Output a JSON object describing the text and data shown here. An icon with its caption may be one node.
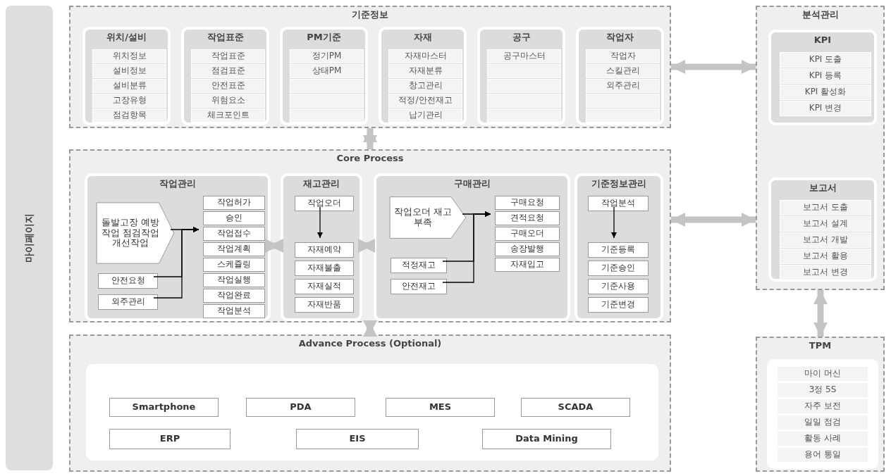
{
  "diagram": {
    "nodes": [
      {
        "text": [
          "마이페이지"
        ]
      },
      {
        "text": [
          "기준정보"
        ]
      },
      {
        "text": [
          "위치/설비"
        ],
        "in": 1
      },
      {
        "text": [
          "위치정보"
        ],
        "in": 2
      },
      {
        "text": [
          "설비정보"
        ],
        "in": 2
      },
      {
        "text": [
          "설비분류"
        ],
        "in": 2
      },
      {
        "text": [
          "고장유형"
        ],
        "in": 2
      },
      {
        "text": [
          "점검항목"
        ],
        "in": 2
      },
      {
        "text": [
          "작업표준"
        ],
        "in": 1
      },
      {
        "text": [
          "작업표준"
        ],
        "in": 8
      },
      {
        "text": [
          "점검표준"
        ],
        "in": 8
      },
      {
        "text": [
          "안전표준"
        ],
        "in": 8
      },
      {
        "text": [
          "위험요소"
        ],
        "in": 8
      },
      {
        "text": [
          "체크포인트"
        ],
        "in": 8
      },
      {
        "text": [
          "PM기준"
        ],
        "in": 1
      },
      {
        "text": [
          "정기PM"
        ],
        "in": 14
      },
      {
        "text": [
          "상태PM"
        ],
        "in": 14
      },
      {
        "text": [],
        "shape": "box",
        "in": 14
      },
      {
        "text": [],
        "shape": "box",
        "in": 14
      },
      {
        "text": [],
        "shape": "box",
        "in": 14
      },
      {
        "text": [
          "자재"
        ],
        "in": 1
      },
      {
        "text": [
          "자재마스터"
        ],
        "in": 20
      },
      {
        "text": [
          "자재분류"
        ],
        "in": 20
      },
      {
        "text": [
          "창고관리"
        ],
        "in": 20
      },
      {
        "text": [
          "적정/안전재고"
        ],
        "in": 20
      },
      {
        "text": [
          "납기관리"
        ],
        "in": 20
      },
      {
        "text": [
          "공구"
        ],
        "in": 1
      },
      {
        "text": [
          "공구마스터"
        ],
        "in": 26
      },
      {
        "text": [],
        "shape": "box",
        "in": 26
      },
      {
        "text": [],
        "shape": "box",
        "in": 26
      },
      {
        "text": [],
        "shape": "box",
        "in": 26
      },
      {
        "text": [],
        "shape": "box",
        "in": 26
      },
      {
        "text": [
          "작업자"
        ],
        "in": 1
      },
      {
        "text": [
          "작업자"
        ],
        "in": 32
      },
      {
        "text": [
          "스킬관리"
        ],
        "in": 32
      },
      {
        "text": [
          "외주관리"
        ],
        "in": 32
      },
      {
        "text": [],
        "shape": "box",
        "in": 32
      },
      {
        "text": [],
        "shape": "box",
        "in": 32
      },
      {
        "text": [
          "Core Process"
        ]
      },
      {
        "text": [
          "작업관리"
        ],
        "in": 38
      },
      {
        "text": [
          "돌발고장 예방작업 점검작업 개선작업"
        ],
        "in": 39
      },
      {
        "text": [
          "안전요청"
        ],
        "in": 39
      },
      {
        "text": [
          "외주관리"
        ],
        "in": 39
      },
      {
        "text": [
          "작업허가"
        ],
        "in": 39
      },
      {
        "text": [
          "승인"
        ],
        "in": 39
      },
      {
        "text": [
          "작업접수"
        ],
        "in": 39
      },
      {
        "text": [
          "작업계획"
        ],
        "in": 39
      },
      {
        "text": [
          "스케쥴링"
        ],
        "in": 39
      },
      {
        "text": [
          "작업실행"
        ],
        "in": 39
      },
      {
        "text": [
          "작업완료"
        ],
        "in": 39
      },
      {
        "text": [
          "작업분석"
        ],
        "in": 39
      },
      {
        "text": [
          "재고관리"
        ],
        "in": 38
      },
      {
        "text": [
          "작업오더"
        ],
        "in": 51
      },
      {
        "text": [
          "자재예약"
        ],
        "in": 51
      },
      {
        "text": [
          "자재불출"
        ],
        "in": 51
      },
      {
        "text": [
          "자재실적"
        ],
        "in": 51
      },
      {
        "text": [
          "자재반품"
        ],
        "in": 51
      },
      {
        "text": [
          "구매관리"
        ],
        "in": 38
      },
      {
        "text": [
          "작업오더 재고부족"
        ],
        "in": 57
      },
      {
        "text": [
          "적정재고"
        ],
        "in": 57
      },
      {
        "text": [
          "안전재고"
        ],
        "in": 57
      },
      {
        "text": [
          "구매요청"
        ],
        "in": 57
      },
      {
        "text": [
          "견적요청"
        ],
        "in": 57
      },
      {
        "text": [
          "구매오더"
        ],
        "in": 57
      },
      {
        "text": [
          "송장발행"
        ],
        "in": 57
      },
      {
        "text": [
          "자재입고"
        ],
        "in": 57
      },
      {
        "text": [
          "기준정보관리"
        ],
        "in": 38
      },
      {
        "text": [
          "작업분석"
        ],
        "in": 66
      },
      {
        "text": [
          "기준등록"
        ],
        "in": 66
      },
      {
        "text": [
          "기준승인"
        ],
        "in": 66
      },
      {
        "text": [
          "기준사용"
        ],
        "in": 66
      },
      {
        "text": [
          "기준변경"
        ],
        "in": 66
      },
      {
        "text": [
          "Advance Process (Optional)"
        ]
      },
      {
        "text": [
          "Smartphone"
        ],
        "in": 72
      },
      {
        "text": [
          "PDA"
        ],
        "in": 72
      },
      {
        "text": [
          "MES"
        ],
        "in": 72
      },
      {
        "text": [
          "SCADA"
        ],
        "in": 72
      },
      {
        "text": [
          "ERP"
        ],
        "in": 72
      },
      {
        "text": [
          "EIS"
        ],
        "in": 72
      },
      {
        "text": [
          "Data Mining"
        ],
        "in": 72
      },
      {
        "text": [
          "분석관리"
        ]
      },
      {
        "text": [
          "KPI"
        ],
        "in": 80
      },
      {
        "text": [
          "KPI 도출"
        ],
        "in": 81
      },
      {
        "text": [
          "KPI 등록"
        ],
        "in": 81
      },
      {
        "text": [
          "KPI 활성화"
        ],
        "in": 81
      },
      {
        "text": [
          "KPI 변경"
        ],
        "in": 81
      },
      {
        "text": [
          "보고서"
        ],
        "in": 80
      },
      {
        "text": [
          "보고서 도출"
        ],
        "in": 86
      },
      {
        "text": [
          "보고서 설계"
        ],
        "in": 86
      },
      {
        "text": [
          "보고서 개발"
        ],
        "in": 86
      },
      {
        "text": [
          "보고서 활용"
        ],
        "in": 86
      },
      {
        "text": [
          "보고서 변경"
        ],
        "in": 86
      },
      {
        "text": [
          "TPM"
        ]
      },
      {
        "text": [
          "마이 머신"
        ],
        "in": 92
      },
      {
        "text": [
          "3정 5S"
        ],
        "in": 92
      },
      {
        "text": [
          "자주 보전"
        ],
        "in": 92
      },
      {
        "text": [
          "일일 점검"
        ],
        "in": 92
      },
      {
        "text": [
          "활동 사례"
        ],
        "in": 92
      },
      {
        "text": [
          "용어 통일"
        ],
        "in": 92
      }
    ],
    "edges": [
      {
        "from": 40,
        "to": 45,
        "arrow": "to"
      },
      {
        "from": 41,
        "to": 45,
        "arrow": "to"
      },
      {
        "from": 42,
        "to": 45,
        "arrow": "to"
      },
      {
        "from": 52,
        "to": 53,
        "arrow": "to"
      },
      {
        "from": 58,
        "to": 62,
        "arrow": "to"
      },
      {
        "from": 59,
        "to": 62,
        "arrow": "to"
      },
      {
        "from": 60,
        "to": 62,
        "arrow": "to"
      },
      {
        "from": 67,
        "to": 68,
        "arrow": "to"
      },
      {
        "from": 1,
        "to": 38,
        "arrow": "both",
        "style": "thick",
        "color": "#c4c4c4"
      },
      {
        "from": 38,
        "to": 72,
        "arrow": "both",
        "style": "thick",
        "color": "#c4c4c4"
      },
      {
        "from": 39,
        "to": 51,
        "arrow": "both",
        "style": "thick",
        "color": "#c4c4c4"
      },
      {
        "from": 51,
        "to": 57,
        "arrow": "both",
        "style": "thick",
        "color": "#c4c4c4"
      },
      {
        "from": 1,
        "to": 80,
        "arrow": "both",
        "style": "thick",
        "color": "#c4c4c4"
      },
      {
        "from": 38,
        "to": 80,
        "arrow": "both",
        "style": "thick",
        "color": "#c4c4c4"
      },
      {
        "from": 80,
        "to": 92,
        "arrow": "both",
        "style": "thick",
        "color": "#c4c4c4"
      }
    ]
  }
}
